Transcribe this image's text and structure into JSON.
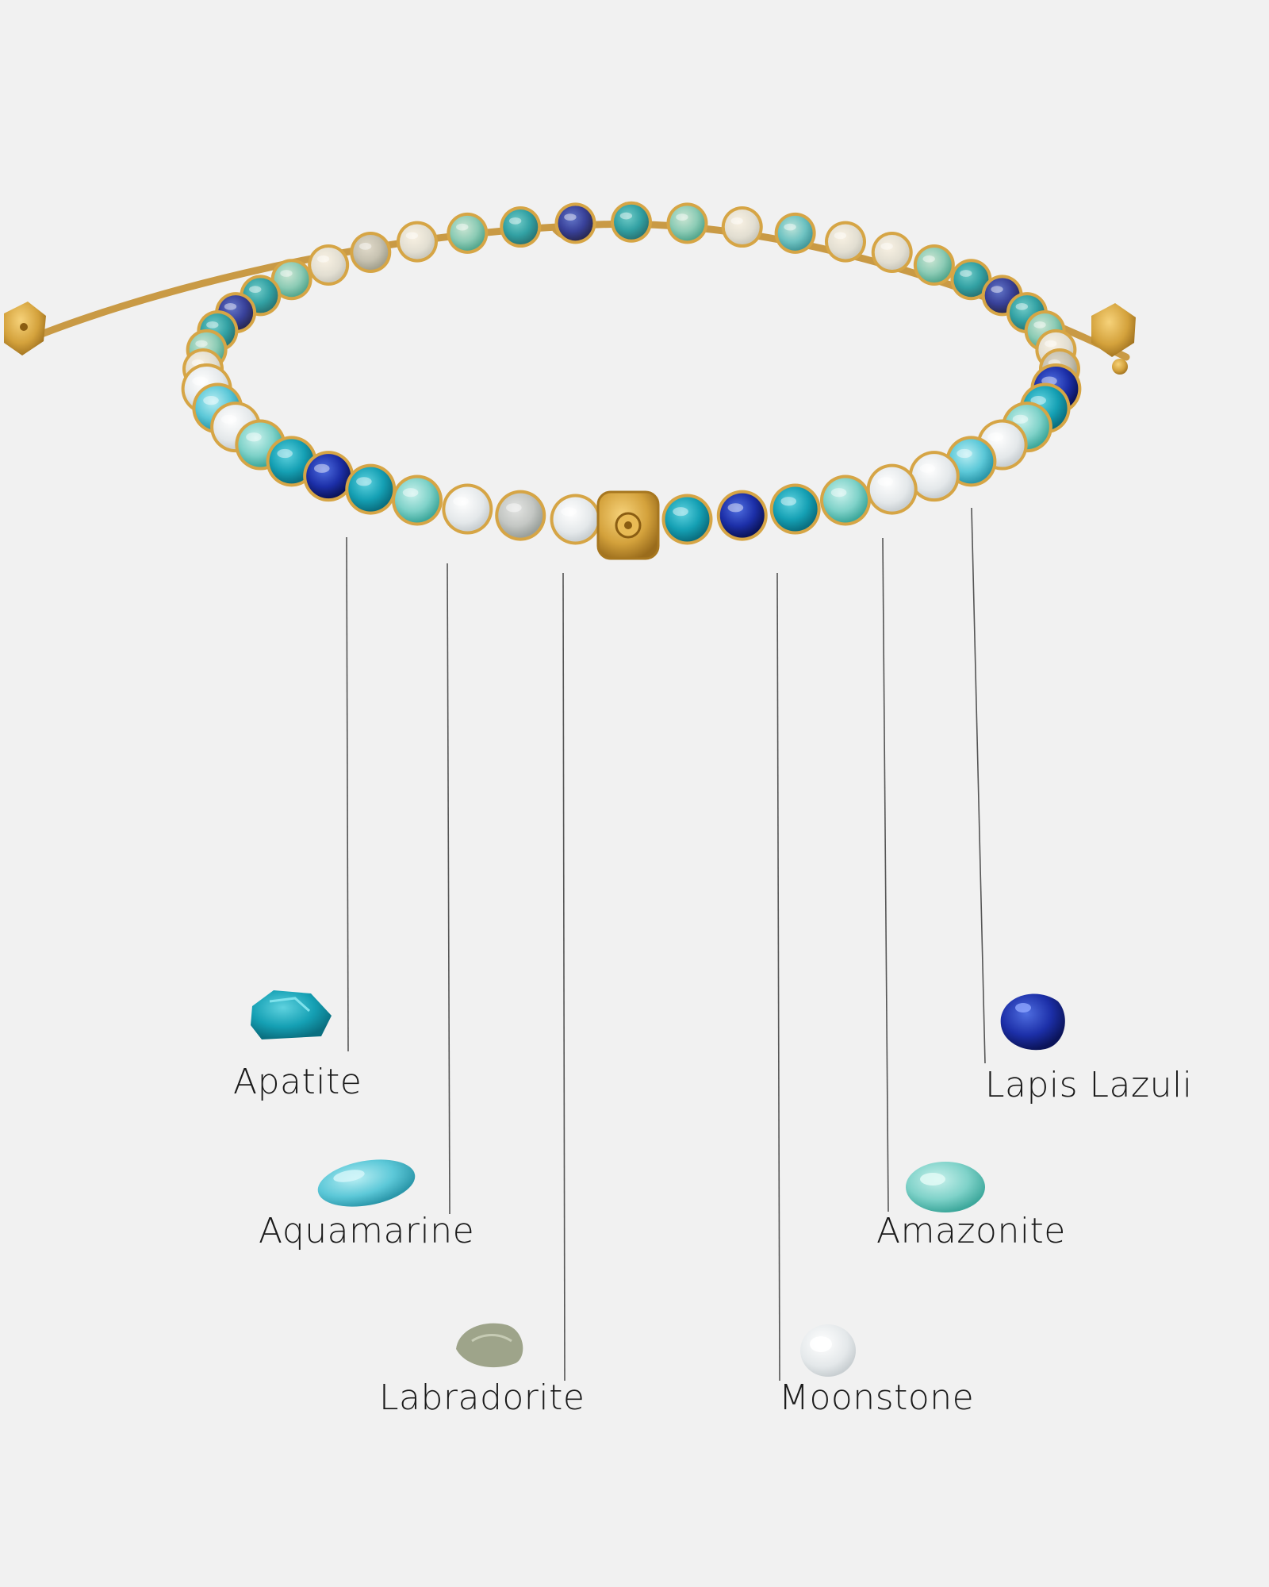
{
  "colors": {
    "background": "#f1f1f1",
    "cord": "#c99a45",
    "gold": "#d4a23c",
    "leader_line": "#555555",
    "apatite": "#1aa3b8",
    "aquamarine": "#5cc8d8",
    "labradorite": "#9ea48a",
    "moonstone": "#e6ecef",
    "amazonite": "#7fd2c9",
    "lapis_lazuli": "#1c2fa8"
  },
  "gemstones": [
    {
      "id": "apatite",
      "name": "Apatite",
      "icon": "apatite-stone-icon"
    },
    {
      "id": "aquamarine",
      "name": "Aquamarine",
      "icon": "aquamarine-stone-icon"
    },
    {
      "id": "labradorite",
      "name": "Labradorite",
      "icon": "labradorite-stone-icon"
    },
    {
      "id": "moonstone",
      "name": "Moonstone",
      "icon": "moonstone-stone-icon"
    },
    {
      "id": "amazonite",
      "name": "Amazonite",
      "icon": "amazonite-stone-icon"
    },
    {
      "id": "lapis_lazuli",
      "name": "Lapis Lazuli",
      "icon": "lapis-lazuli-stone-icon"
    }
  ]
}
